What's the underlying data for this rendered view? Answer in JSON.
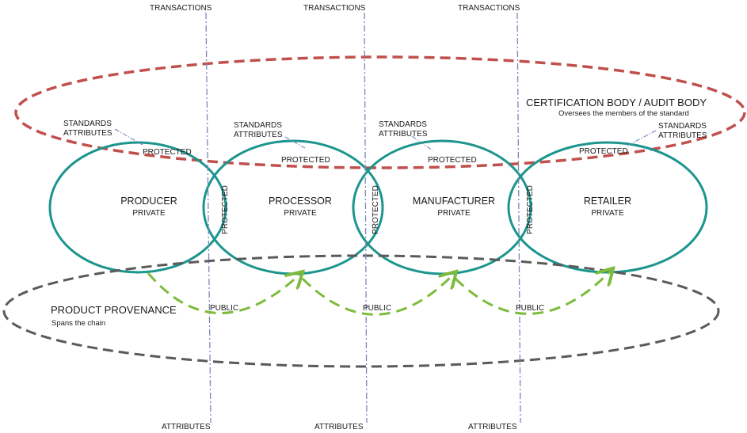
{
  "colors": {
    "entity": "#1c958e",
    "certification": "#c0504d",
    "provenance": "#5a5a5a",
    "public_flow": "#7cbb3c",
    "axis": "#7a87bd"
  },
  "axes": {
    "top_label": "TRANSACTIONS",
    "bottom_label": "ATTRIBUTES"
  },
  "certification": {
    "title": "CERTIFICATION BODY / AUDIT BODY",
    "subtitle": "Oversees the members of the standard"
  },
  "provenance": {
    "title": "PRODUCT PROVENANCE",
    "subtitle": "Spans the chain"
  },
  "entities": [
    {
      "name": "PRODUCER",
      "access": "PRIVATE"
    },
    {
      "name": "PROCESSOR",
      "access": "PRIVATE"
    },
    {
      "name": "MANUFACTURER",
      "access": "PRIVATE"
    },
    {
      "name": "RETAILER",
      "access": "PRIVATE"
    }
  ],
  "standards": {
    "line1": "STANDARDS",
    "line2": "ATTRIBUTES",
    "protected": "PROTECTED"
  },
  "overlap_label": "PROTECTED",
  "public_label": "PUBLIC"
}
